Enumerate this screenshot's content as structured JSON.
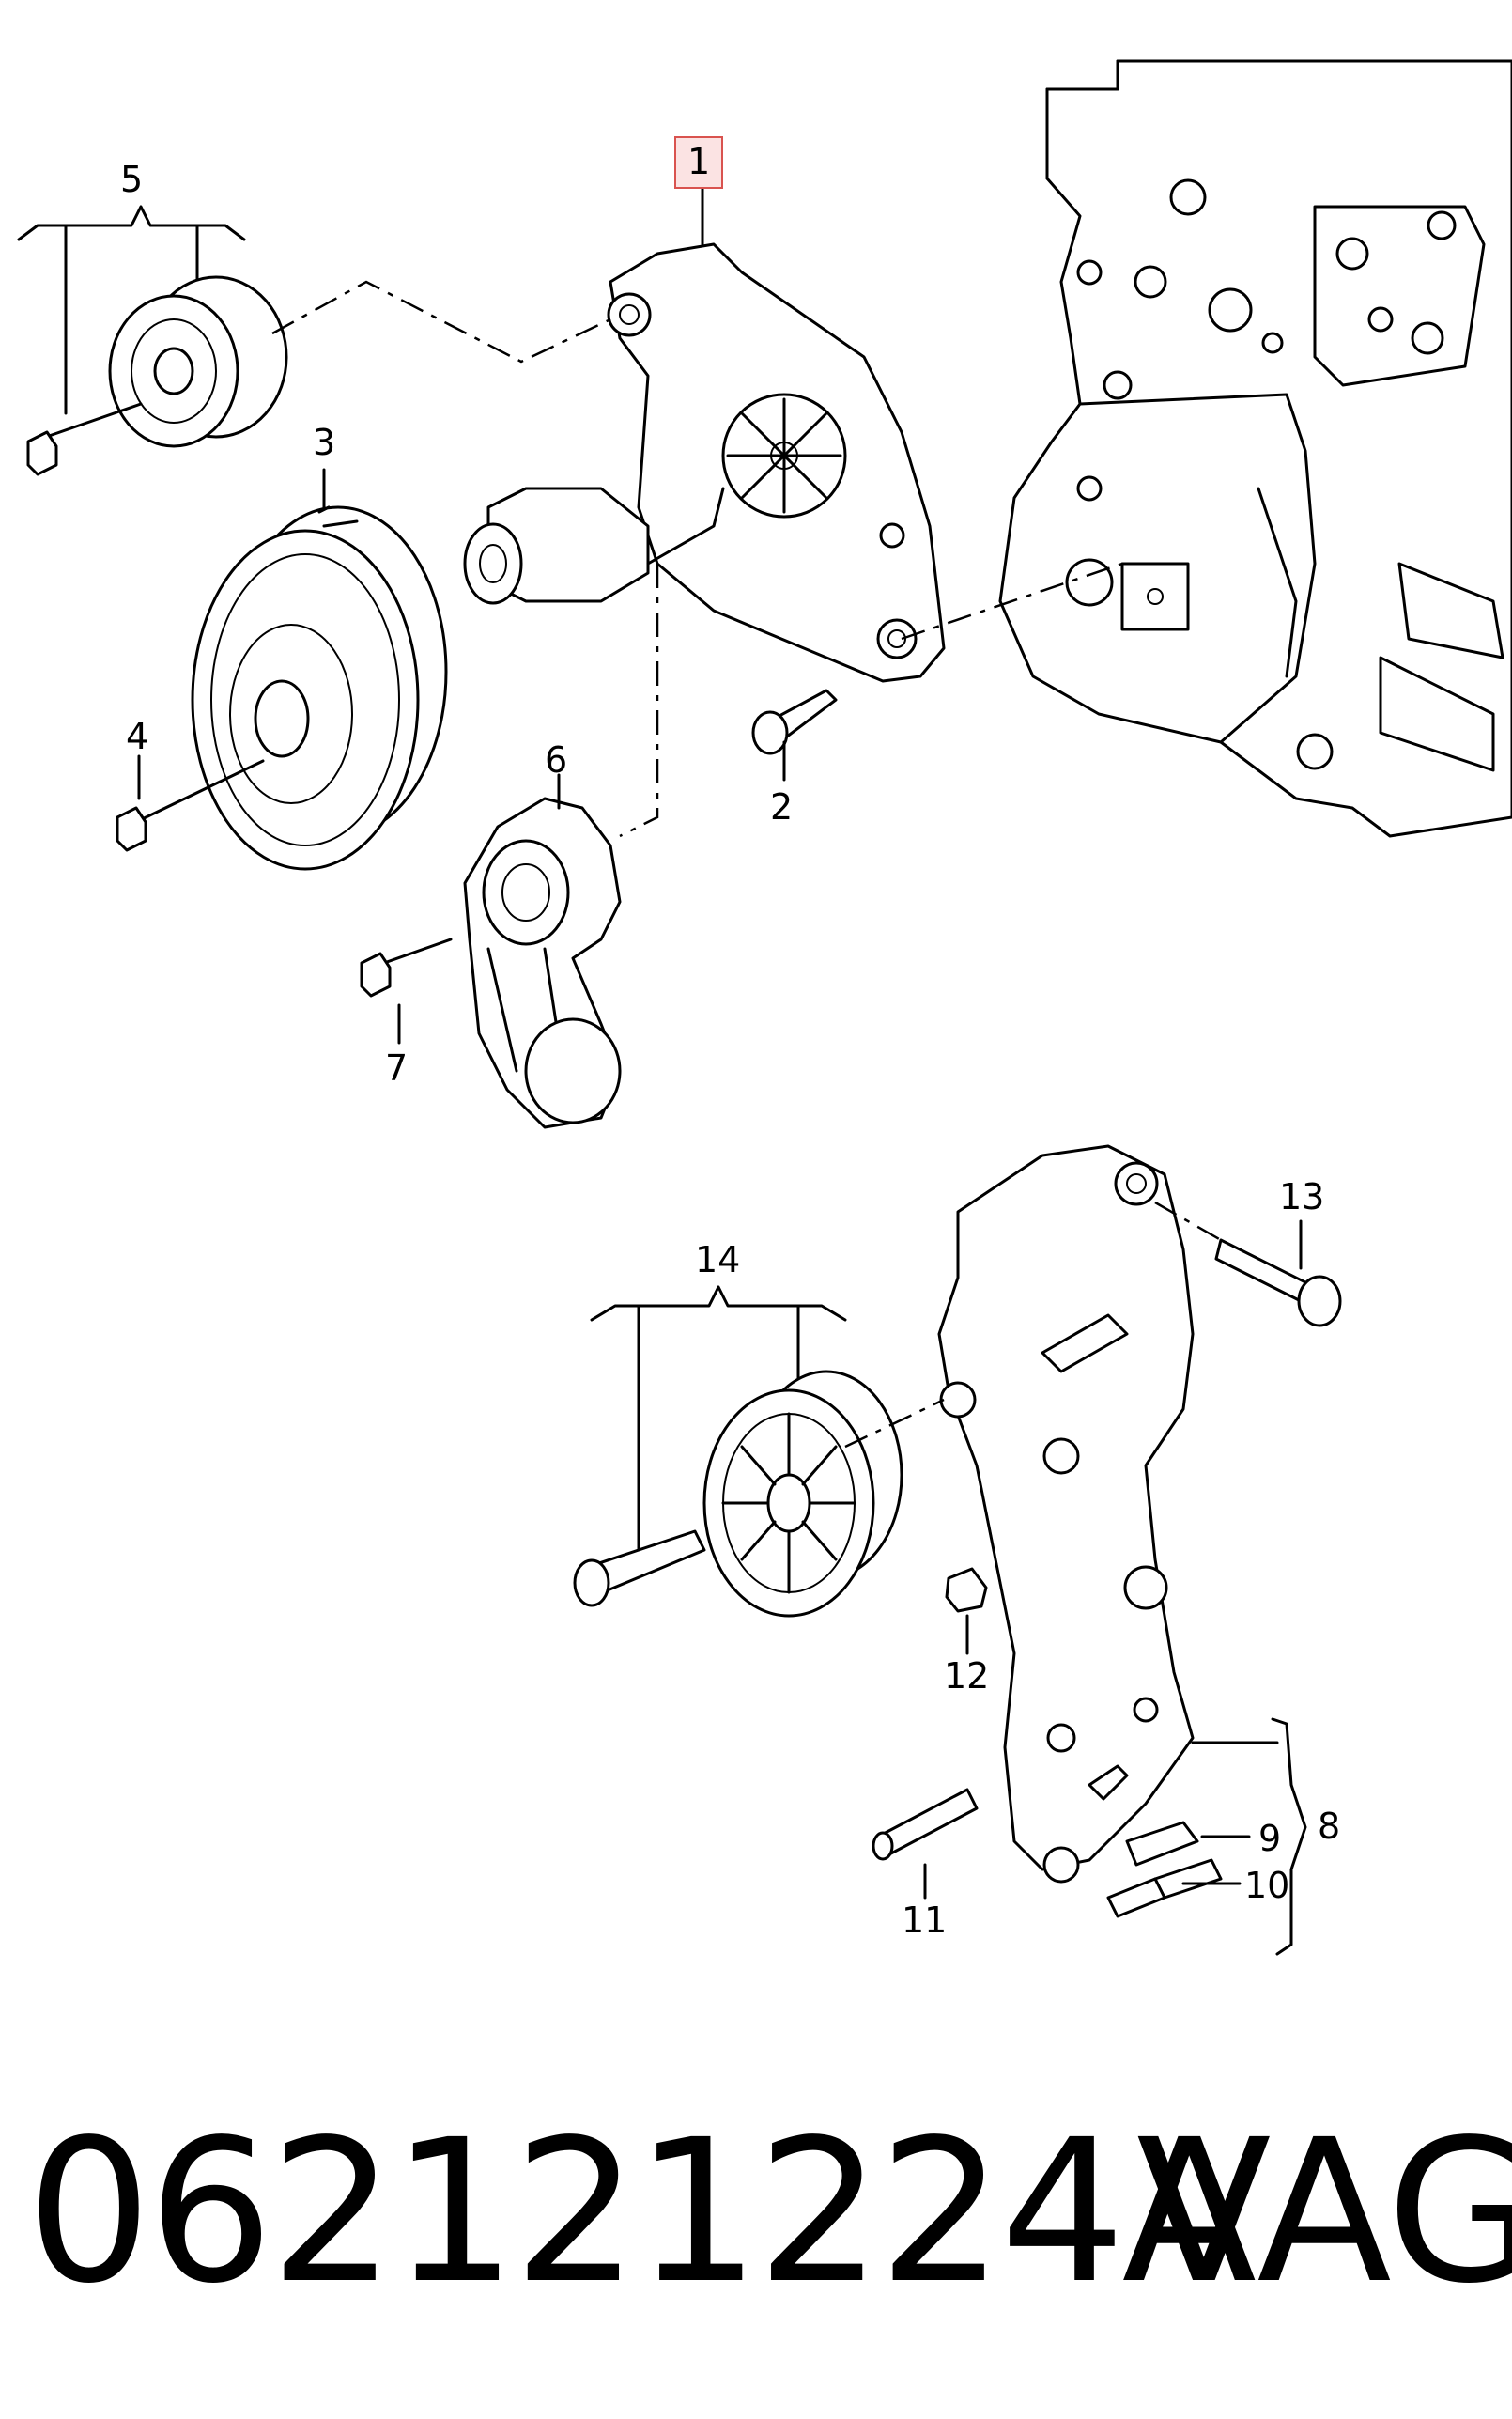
{
  "diagram": {
    "callouts": [
      {
        "id": "1",
        "label": "1",
        "highlighted": true
      },
      {
        "id": "2",
        "label": "2"
      },
      {
        "id": "3",
        "label": "3"
      },
      {
        "id": "4",
        "label": "4"
      },
      {
        "id": "5",
        "label": "5"
      },
      {
        "id": "6",
        "label": "6"
      },
      {
        "id": "7",
        "label": "7"
      },
      {
        "id": "8",
        "label": "8"
      },
      {
        "id": "9",
        "label": "9"
      },
      {
        "id": "10",
        "label": "10"
      },
      {
        "id": "11",
        "label": "11"
      },
      {
        "id": "12",
        "label": "12"
      },
      {
        "id": "13",
        "label": "13"
      },
      {
        "id": "14",
        "label": "14"
      }
    ],
    "highlight_color": "#d9534f",
    "highlight_fill": "#fbe3e3"
  },
  "footer": {
    "part_number": "062121224A",
    "brand": "VAG"
  }
}
